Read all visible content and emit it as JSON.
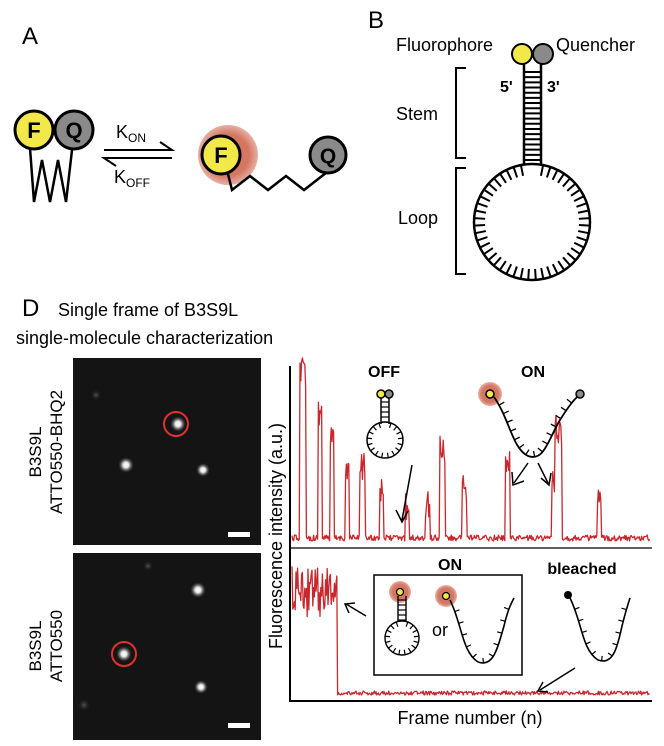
{
  "panels": {
    "A": {
      "letter": "A",
      "fluor": "F",
      "quench": "Q",
      "kon": "K",
      "kon_sub": "ON",
      "koff": "K",
      "koff_sub": "OFF"
    },
    "B": {
      "letter": "B",
      "fluorophore": "Fluorophore",
      "quencher": "Quencher",
      "five_prime": "5'",
      "three_prime": "3'",
      "stem": "Stem",
      "loop": "Loop"
    },
    "D": {
      "letter": "D",
      "title_line1": "Single frame of B3S9L",
      "title_line2": "single-molecule characterization",
      "top_image_label_1": "B3S9L",
      "top_image_label_2": "ATTO550-BHQ2",
      "bottom_image_label_1": "B3S9L",
      "bottom_image_label_2": "ATTO550",
      "off_label": "OFF",
      "on_label_top": "ON",
      "on_label_box": "ON",
      "or_label": "or",
      "bleached_label": "bleached",
      "y_axis": "Fluorescence intensity (a.u.)",
      "x_axis": "Frame number (n)"
    }
  },
  "colors": {
    "fluorophore": "#f2e84a",
    "quencher": "#8a8a8a",
    "glow": "#d2705a",
    "trace": "#c8282d",
    "circle_highlight": "#e03030",
    "ink": "#000000"
  }
}
